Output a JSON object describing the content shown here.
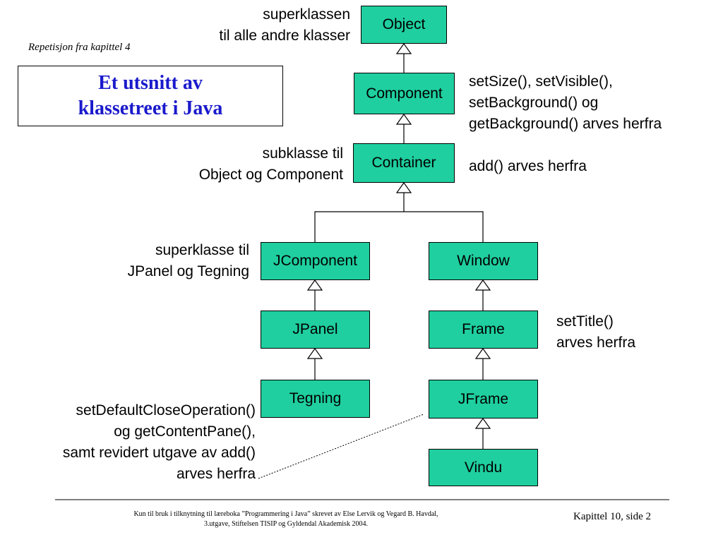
{
  "subtitle": "Repetisjon fra kapittel 4",
  "title": {
    "line1": "Et utsnitt av",
    "line2": "klassetreet i Java"
  },
  "classes": {
    "object": "Object",
    "component": "Component",
    "container": "Container",
    "jcomponent": "JComponent",
    "window": "Window",
    "jpanel": "JPanel",
    "frame": "Frame",
    "tegning": "Tegning",
    "jframe": "JFrame",
    "vindu": "Vindu"
  },
  "notes": {
    "object": [
      "superklassen",
      "til alle andre klasser"
    ],
    "component": [
      "setSize(), setVisible(),",
      "setBackground() og",
      "getBackground() arves herfra"
    ],
    "container_left": [
      "subklasse til",
      "Object og Component"
    ],
    "container_right": [
      "add() arves herfra"
    ],
    "jcomponent": [
      "superklasse til",
      "JPanel og Tegning"
    ],
    "frame": [
      "setTitle()",
      "arves herfra"
    ],
    "jframe": [
      "setDefaultCloseOperation()",
      "og getContentPane(),",
      "samt revidert utgave av add()",
      "arves herfra"
    ]
  },
  "footer": {
    "line1": "Kun til bruk i tilknytning til læreboka ”Programmering i Java” skrevet av Else Lervik og Vegard B. Havdal,",
    "line2": "3.utgave, Stiftelsen TISIP og Gyldendal Akademisk 2004.",
    "page": "Kapittel 10, side 2"
  }
}
